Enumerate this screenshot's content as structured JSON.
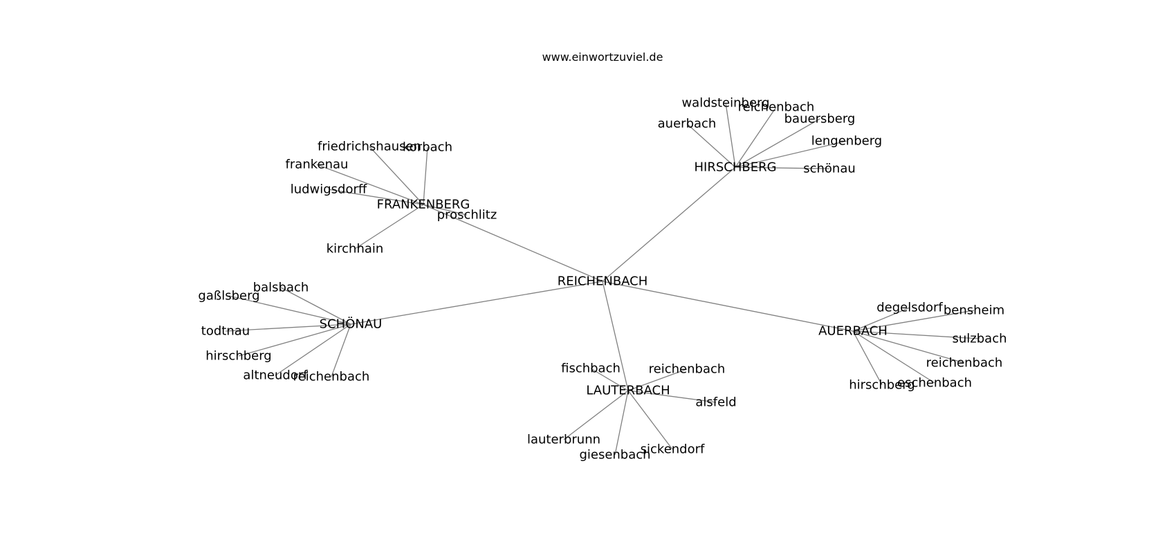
{
  "site_label": "www.einwortzuviel.de",
  "root": {
    "id": "reichenbach",
    "label": "REICHENBACH"
  },
  "clusters": [
    {
      "id": "frankenberg",
      "label": "FRANKENBERG",
      "leaves": [
        {
          "id": "friedrichshausen",
          "label": "friedrichshausen"
        },
        {
          "id": "korbach",
          "label": "korbach"
        },
        {
          "id": "frankenau",
          "label": "frankenau"
        },
        {
          "id": "ludwigsdorff",
          "label": "ludwigsdorff"
        },
        {
          "id": "proschlitz",
          "label": "proschlitz"
        },
        {
          "id": "kirchhain",
          "label": "kirchhain"
        }
      ]
    },
    {
      "id": "hirschberg",
      "label": "HIRSCHBERG",
      "leaves": [
        {
          "id": "waldsteinberg",
          "label": "waldsteinberg"
        },
        {
          "id": "reichenbach-h",
          "label": "reichenbach"
        },
        {
          "id": "auerbach-h",
          "label": "auerbach"
        },
        {
          "id": "bauersberg",
          "label": "bauersberg"
        },
        {
          "id": "lengenberg",
          "label": "lengenberg"
        },
        {
          "id": "schoenau-h",
          "label": "schönau"
        }
      ]
    },
    {
      "id": "schoenau",
      "label": "SCHÖNAU",
      "leaves": [
        {
          "id": "balsbach",
          "label": "balsbach"
        },
        {
          "id": "gasslsberg",
          "label": "gaßlsberg"
        },
        {
          "id": "todtnau",
          "label": "todtnau"
        },
        {
          "id": "hirschberg-s",
          "label": "hirschberg"
        },
        {
          "id": "altneudorf",
          "label": "altneudorf"
        },
        {
          "id": "reichenbach-s",
          "label": "reichenbach"
        }
      ]
    },
    {
      "id": "lauterbach",
      "label": "LAUTERBACH",
      "leaves": [
        {
          "id": "fischbach",
          "label": "fischbach"
        },
        {
          "id": "reichenbach-l",
          "label": "reichenbach"
        },
        {
          "id": "alsfeld",
          "label": "alsfeld"
        },
        {
          "id": "lauterbrunn",
          "label": "lauterbrunn"
        },
        {
          "id": "giesenbach",
          "label": "giesenbach"
        },
        {
          "id": "sickendorf",
          "label": "sickendorf"
        }
      ]
    },
    {
      "id": "auerbach",
      "label": "AUERBACH",
      "leaves": [
        {
          "id": "degelsdorf",
          "label": "degelsdorf"
        },
        {
          "id": "bensheim",
          "label": "bensheim"
        },
        {
          "id": "sulzbach",
          "label": "sulzbach"
        },
        {
          "id": "reichenbach-a",
          "label": "reichenbach"
        },
        {
          "id": "eschenbach",
          "label": "eschenbach"
        },
        {
          "id": "hirschberg-a",
          "label": "hirschberg"
        }
      ]
    }
  ]
}
